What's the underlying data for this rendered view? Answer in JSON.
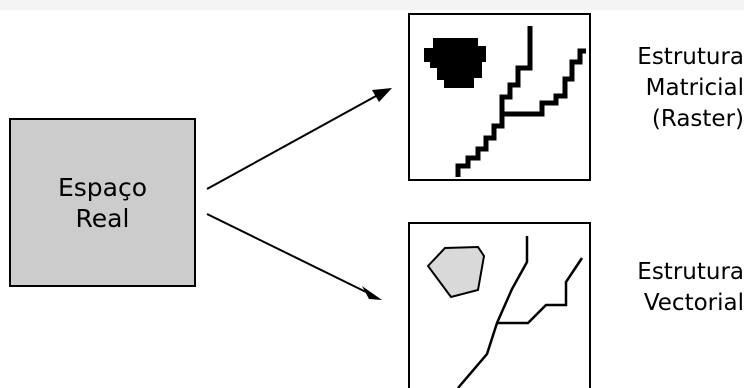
{
  "source": {
    "line1": "Espaço",
    "line2": "Real"
  },
  "raster": {
    "line1": "Estrutura",
    "line2": "Matricial",
    "line3": "(Raster)"
  },
  "vector": {
    "line1": "Estrutura",
    "line2": "Vectorial"
  },
  "colors": {
    "source_fill": "#cccccc",
    "polygon_fill": "#d9d9d9",
    "stroke": "#000000"
  }
}
